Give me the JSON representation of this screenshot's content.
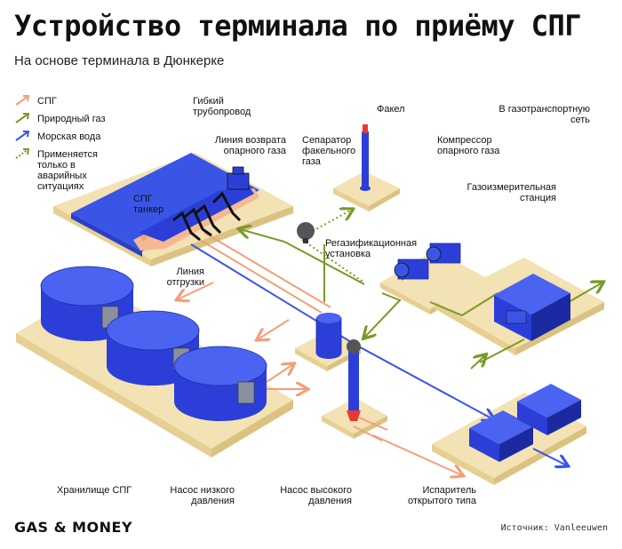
{
  "title": "Устройство терминала по приёму СПГ",
  "subtitle": "На основе терминала в Дюнкерке",
  "legend": [
    {
      "label": "СПГ",
      "color": "#f2a07a",
      "style": "solid"
    },
    {
      "label": "Природный газ",
      "color": "#7a9a25",
      "style": "solid"
    },
    {
      "label": "Морская вода",
      "color": "#3a55e6",
      "style": "solid"
    },
    {
      "label": "Применяется только в аварийных ситуациях",
      "color": "#7a9a25",
      "style": "dotted"
    }
  ],
  "labels": {
    "flexible_pipe": "Гибкий трубопровод",
    "boiloff_return": "Линия возврата опарного газа",
    "flare_separator": "Сепаратор факельного газа",
    "flare": "Факел",
    "boiloff_compressor": "Компрессор опарного газа",
    "to_grid": "В газотранспортную сеть",
    "metering": "Газоизмерительная станция",
    "regas": "Регазификационная установка",
    "tanker": "СПГ танкер",
    "loading_line": "Линия отгрузки",
    "storage": "Хранилище СПГ",
    "lp_pump": "Насос низкого давления",
    "hp_pump": "Насос высокого давления",
    "vaporizer": "Испаритель открытого типа"
  },
  "brand": "GAS & MONEY",
  "source": "Источник: Vanleeuwen",
  "colors": {
    "lng": "#f2a07a",
    "gas": "#7a9a25",
    "water": "#3a55e6",
    "platform": "#f3e2b3",
    "equipment": "#2b3fd8"
  }
}
